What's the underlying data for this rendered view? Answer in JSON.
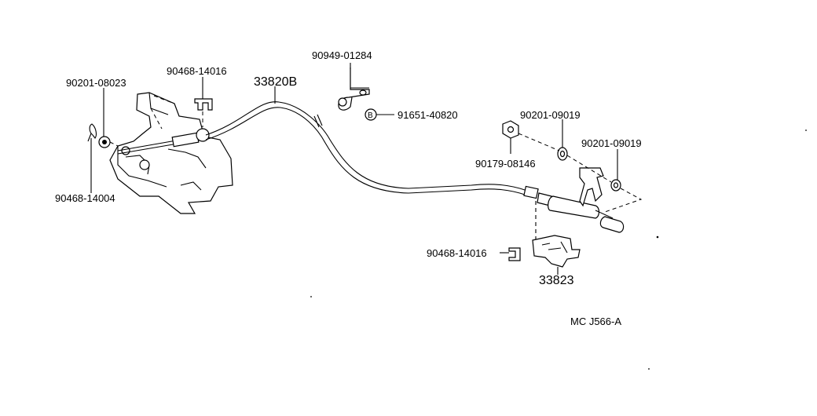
{
  "diagram": {
    "labels": {
      "p90201_08023": "90201-08023",
      "p90468_14016_top": "90468-14016",
      "p33820B": "33820B",
      "p90949_01284": "90949-01284",
      "p91651_40820": "91651-40820",
      "p90201_09019_a": "90201-09019",
      "p90201_09019_b": "90201-09019",
      "p90179_08146": "90179-08146",
      "p90468_14004": "90468-14004",
      "p90468_14016_bottom": "90468-14016",
      "p33823": "33823",
      "bolt_symbol": "B",
      "footer_code": "MC  J566-A"
    }
  }
}
